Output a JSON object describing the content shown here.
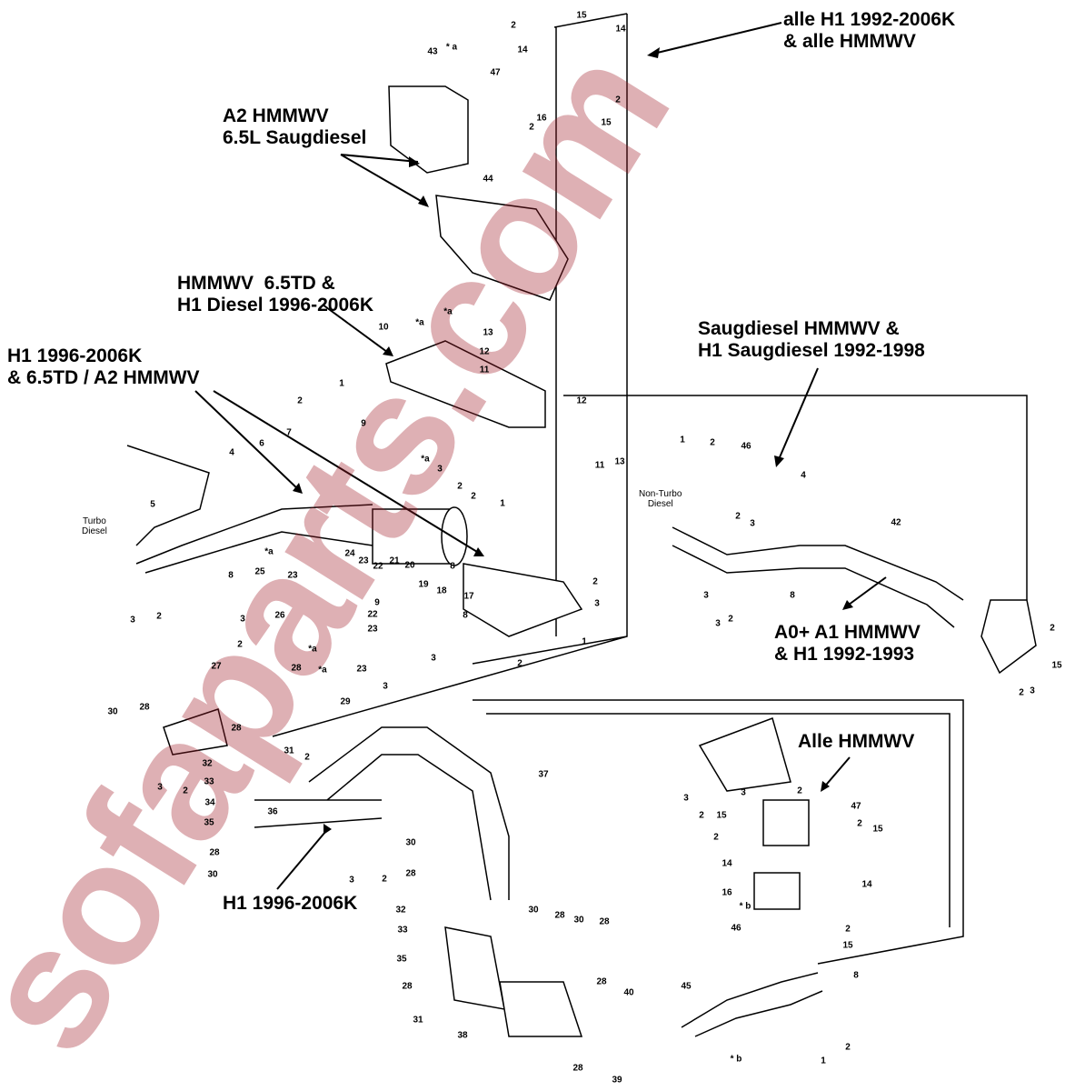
{
  "labels": {
    "all_h1_line1": "alle H1 1992-2006K",
    "all_h1_line2": "& alle HMMWV",
    "a2_line1": "A2 HMMWV",
    "a2_line2": "6.5L Saugdiesel",
    "td_line1": "HMMWV  6.5TD &",
    "td_line2": "H1 Diesel 1996-2006K",
    "h1_td_line1": "H1 1996-2006K",
    "h1_td_line2": "& 6.5TD / A2 HMMWV",
    "saug_line1": "Saugdiesel HMMWV &",
    "saug_line2": "H1 Saugdiesel 1992-1998",
    "a0_line1": "A0+ A1 HMMWV",
    "a0_line2": "& H1 1992-1993",
    "alle_hmmwv": "Alle HMMWV",
    "h1_bottom": "H1 1996-2006K",
    "turbo_diesel": "Turbo\nDiesel",
    "non_turbo_diesel": "Non-Turbo\nDiesel"
  },
  "watermark": "sofaparts.com",
  "callouts": [
    "2",
    "15",
    "14",
    "14",
    "2",
    "15",
    "16",
    "43",
    "* a",
    "47",
    "2",
    "44",
    "10",
    "*a",
    "*a",
    "13",
    "12",
    "11",
    "12",
    "11",
    "13",
    "1",
    "2",
    "9",
    "7",
    "6",
    "4",
    "5",
    "*a",
    "3",
    "2",
    "2",
    "1",
    "8",
    "*a",
    "24",
    "23",
    "25",
    "23",
    "22",
    "21",
    "20",
    "19",
    "9",
    "26",
    "22",
    "23",
    "18",
    "8",
    "17",
    "8",
    "2",
    "3",
    "1",
    "2",
    "3",
    "2",
    "3",
    "2",
    "*a",
    "*a",
    "23",
    "3",
    "3",
    "27",
    "28",
    "29",
    "30",
    "28",
    "28",
    "31",
    "2",
    "32",
    "33",
    "36",
    "34",
    "35",
    "3",
    "2",
    "37",
    "28",
    "30",
    "3",
    "2",
    "30",
    "28",
    "32",
    "33",
    "35",
    "28",
    "31",
    "38",
    "30",
    "28",
    "30",
    "28",
    "28",
    "40",
    "28",
    "39",
    "1",
    "2",
    "46",
    "4",
    "2",
    "3",
    "42",
    "3",
    "8",
    "3",
    "2",
    "2",
    "3",
    "15",
    "2",
    "3",
    "2",
    "3",
    "2",
    "15",
    "47",
    "2",
    "15",
    "2",
    "14",
    "16",
    "14",
    "* b",
    "46",
    "2",
    "15",
    "8",
    "45",
    "* b",
    "2",
    "1"
  ]
}
